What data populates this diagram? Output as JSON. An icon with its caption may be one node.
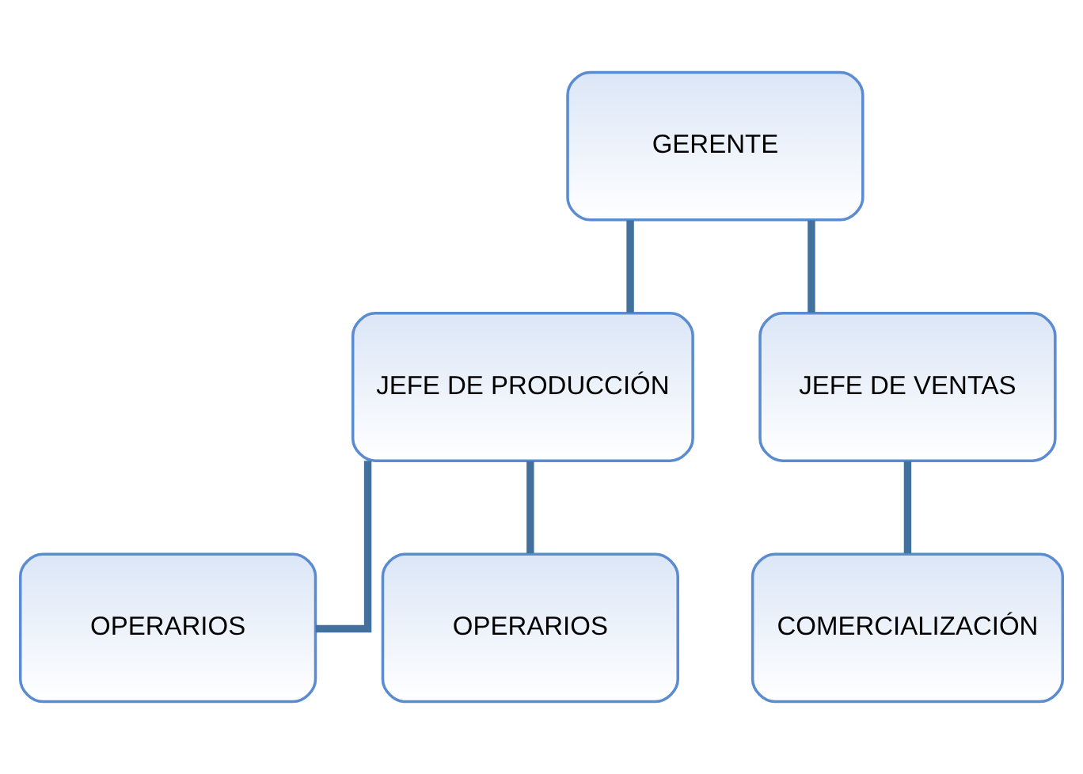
{
  "diagram": {
    "nodes": [
      {
        "text": [
          "GERENTE"
        ]
      },
      {
        "text": [
          "JEFE DE PRODUCCIÓN"
        ]
      },
      {
        "text": [
          "JEFE DE VENTAS"
        ]
      },
      {
        "text": [
          "OPERARIOS"
        ]
      },
      {
        "text": [
          "OPERARIOS"
        ]
      },
      {
        "text": [
          "COMERCIALIZACIÓN"
        ]
      }
    ],
    "edges": [
      {
        "from": 0,
        "to": 1,
        "arrow": "none"
      },
      {
        "from": 0,
        "to": 2,
        "arrow": "none"
      },
      {
        "from": 1,
        "to": 3,
        "arrow": "none"
      },
      {
        "from": 1,
        "to": 4,
        "arrow": "none"
      },
      {
        "from": 2,
        "to": 5,
        "arrow": "none"
      }
    ]
  }
}
